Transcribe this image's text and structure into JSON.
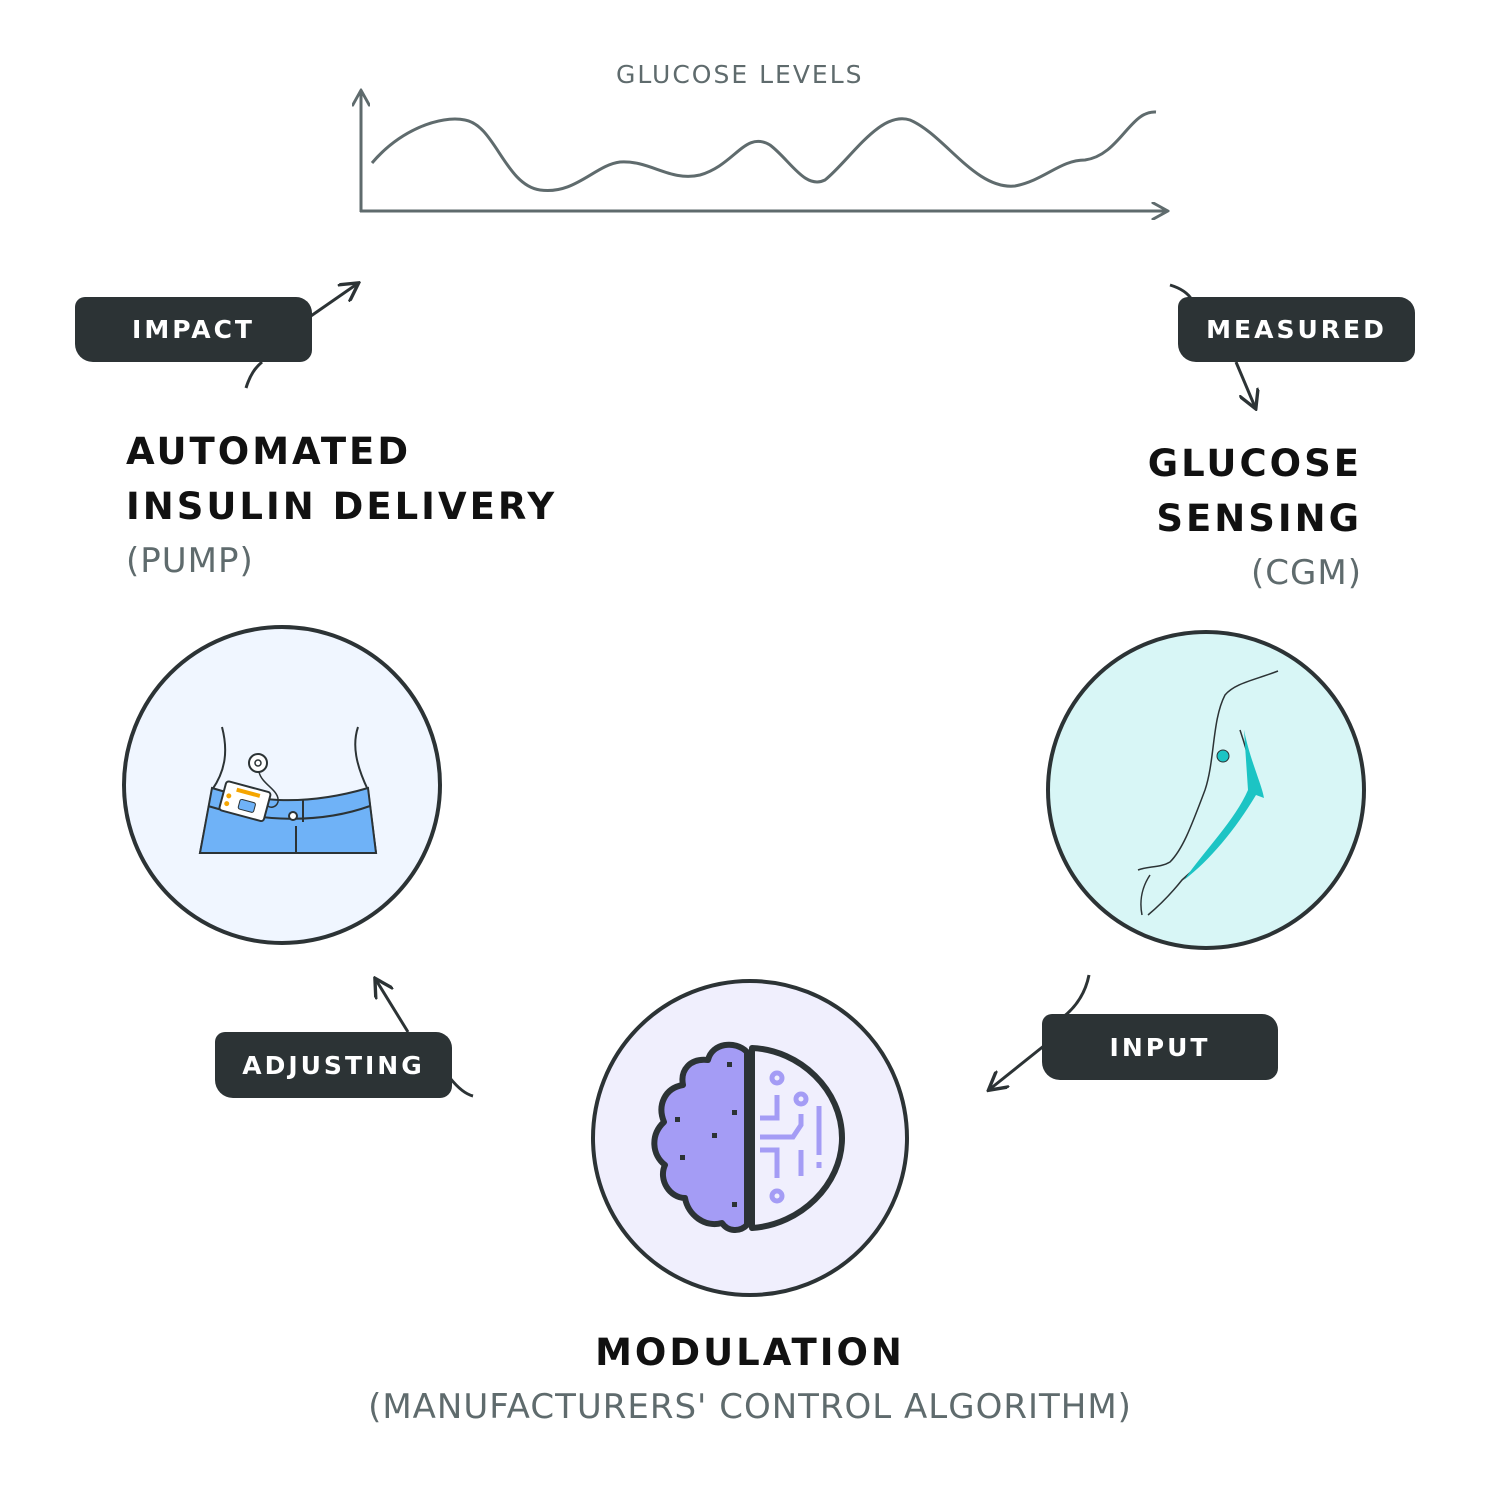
{
  "chart": {
    "title": "GLUCOSE LEVELS"
  },
  "tags": {
    "impact": "IMPACT",
    "measured": "MEASURED",
    "input": "INPUT",
    "adjusting": "ADJUSTING"
  },
  "pump": {
    "line1": "AUTOMATED",
    "line2": "INSULIN DELIVERY",
    "sub": "(PUMP)"
  },
  "cgm": {
    "line1": "GLUCOSE",
    "line2": "SENSING",
    "sub": "(CGM)"
  },
  "modulation": {
    "title": "MODULATION",
    "sub": "(MANUFACTURERS' CONTROL ALGORITHM)"
  },
  "colors": {
    "dark": "#2c3335",
    "pump_bg": "#f0f6ff",
    "cgm_bg": "#d8f6f6",
    "brain_bg": "#f0effd",
    "brain": "#a49cf5",
    "jeans": "#6fb2f7",
    "teal": "#1cc4c4"
  }
}
